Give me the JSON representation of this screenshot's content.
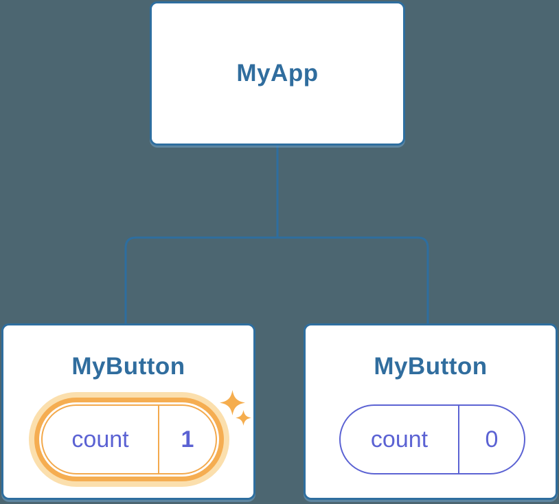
{
  "colors": {
    "background": "#4c6671",
    "node_border_blue": "#2e6e9f",
    "node_label_blue": "#306d9e",
    "state_purple": "#5b62d3",
    "highlight_orange": "#f3a94c",
    "highlight_ring": "#f5ad51",
    "highlight_halo": "#fbdfad",
    "sparkle_orange": "#f5ad4e"
  },
  "tree": {
    "root": {
      "label": "MyApp"
    },
    "children": [
      {
        "label": "MyButton",
        "state_name": "count",
        "state_value": "1",
        "highlighted": true
      },
      {
        "label": "MyButton",
        "state_name": "count",
        "state_value": "0",
        "highlighted": false
      }
    ]
  },
  "icons": {
    "sparkle_large": "four-point-star",
    "sparkle_small": "four-point-star"
  }
}
